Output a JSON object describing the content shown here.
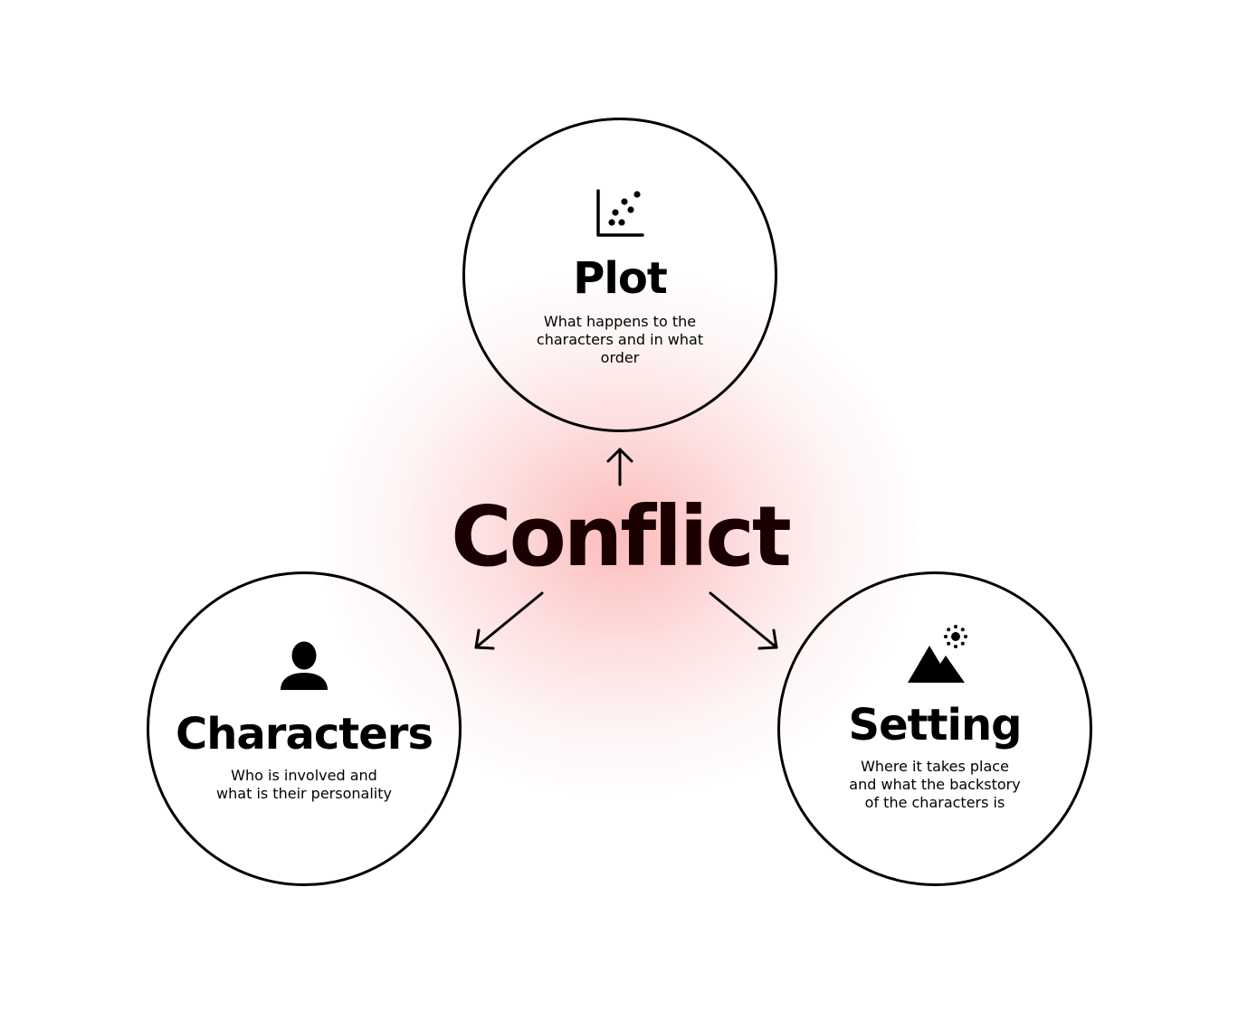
{
  "center": {
    "title": "Conflict"
  },
  "nodes": {
    "plot": {
      "title": "Plot",
      "description": "What happens to the characters and in what order",
      "icon": "scatter-chart-icon"
    },
    "characters": {
      "title": "Characters",
      "description": "Who is involved and what is their personality",
      "icon": "person-icon"
    },
    "setting": {
      "title": "Setting",
      "description": "Where it takes place and what the backstory of the characters is",
      "icon": "mountain-sun-icon"
    }
  },
  "colors": {
    "stroke": "#000000",
    "center_text": "#1a0000",
    "glow": "#fcafaf"
  }
}
